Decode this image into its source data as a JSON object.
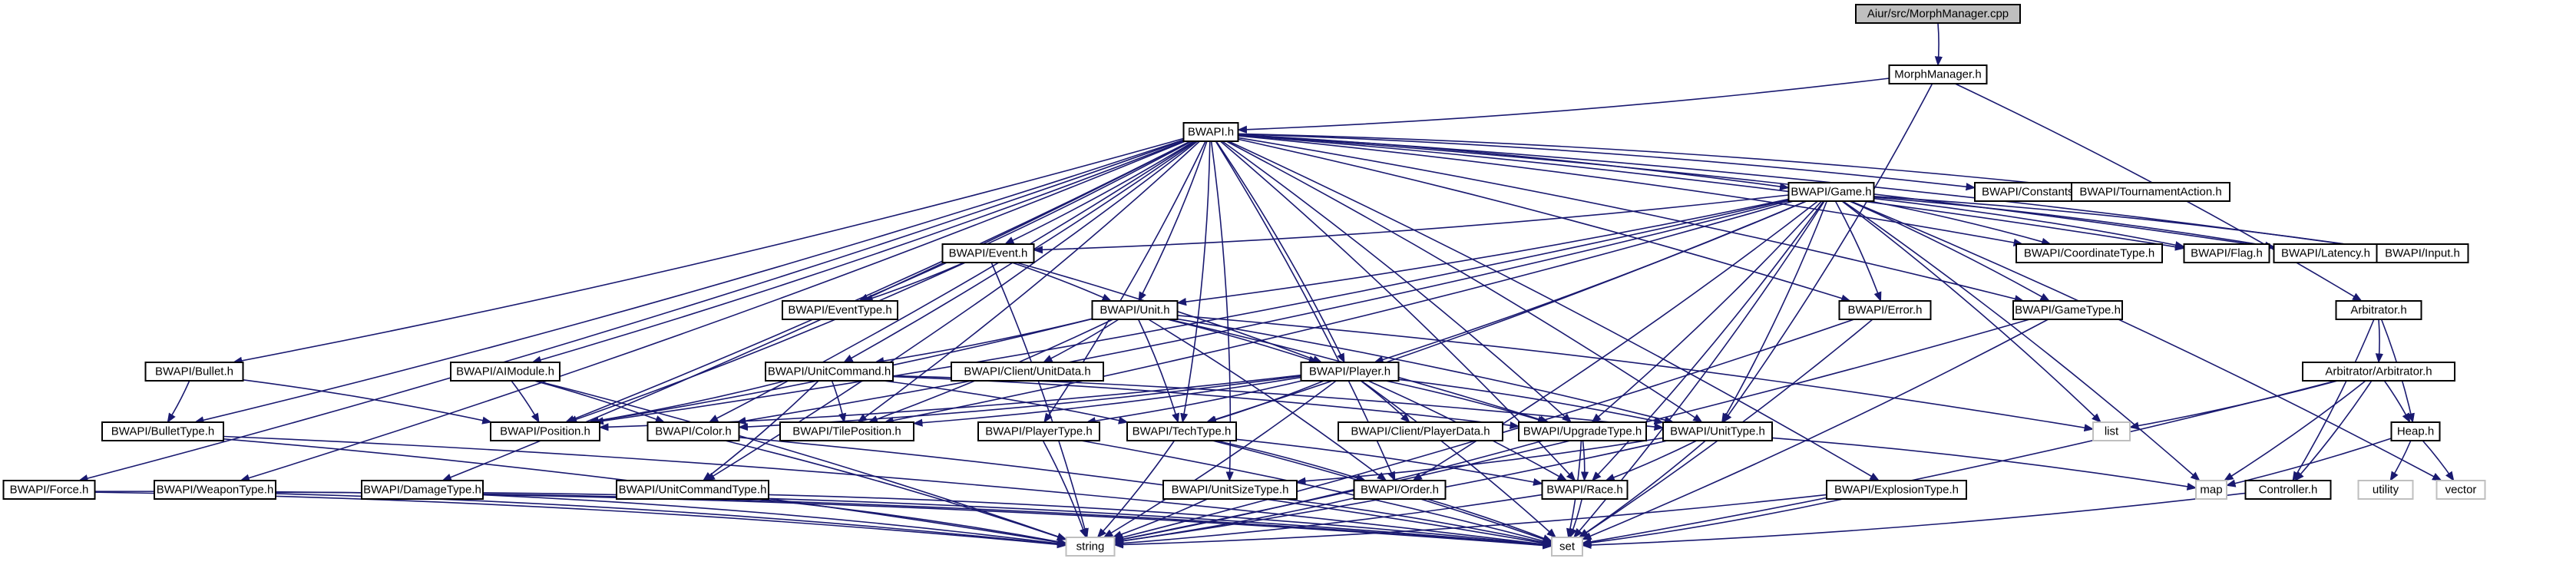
{
  "nodes": {
    "root": "Aiur/src/MorphManager.cpp",
    "morphmanager": "MorphManager.h",
    "bwapi": "BWAPI.h",
    "game": "BWAPI/Game.h",
    "constants": "BWAPI/Constants.h",
    "tournamentaction": "BWAPI/TournamentAction.h",
    "event": "BWAPI/Event.h",
    "coordinatetype": "BWAPI/CoordinateType.h",
    "flag": "BWAPI/Flag.h",
    "latency": "BWAPI/Latency.h",
    "input": "BWAPI/Input.h",
    "eventtype": "BWAPI/EventType.h",
    "unit": "BWAPI/Unit.h",
    "error": "BWAPI/Error.h",
    "gametype": "BWAPI/GameType.h",
    "arbitrator": "Arbitrator.h",
    "bullet": "BWAPI/Bullet.h",
    "aimodule": "BWAPI/AIModule.h",
    "unitcommand": "BWAPI/UnitCommand.h",
    "clientunitdata": "BWAPI/Client/UnitData.h",
    "player": "BWAPI/Player.h",
    "arbitratorarbitrator": "Arbitrator/Arbitrator.h",
    "bullettype": "BWAPI/BulletType.h",
    "position": "BWAPI/Position.h",
    "color": "BWAPI/Color.h",
    "tileposition": "BWAPI/TilePosition.h",
    "techtype": "BWAPI/TechType.h",
    "clientplayerdata": "BWAPI/Client/PlayerData.h",
    "upgradetype": "BWAPI/UpgradeType.h",
    "unittype": "BWAPI/UnitType.h",
    "list": "list",
    "heap": "Heap.h",
    "playertype": "BWAPI/PlayerType.h",
    "force": "BWAPI/Force.h",
    "weapontype": "BWAPI/WeaponType.h",
    "damagetype": "BWAPI/DamageType.h",
    "unitcommandtype": "BWAPI/UnitCommandType.h",
    "unitsizetype": "BWAPI/UnitSizeType.h",
    "order": "BWAPI/Order.h",
    "race": "BWAPI/Race.h",
    "explosiontype": "BWAPI/ExplosionType.h",
    "map": "map",
    "controller": "Controller.h",
    "utility": "utility",
    "vector": "vector",
    "string": "string",
    "set": "set"
  },
  "edges": [
    [
      "root",
      "morphmanager"
    ],
    [
      "morphmanager",
      "bwapi"
    ],
    [
      "morphmanager",
      "arbitrator"
    ],
    [
      "morphmanager",
      "unittype"
    ],
    [
      "bwapi",
      "game"
    ],
    [
      "bwapi",
      "constants"
    ],
    [
      "bwapi",
      "tournamentaction"
    ],
    [
      "bwapi",
      "event"
    ],
    [
      "bwapi",
      "coordinatetype"
    ],
    [
      "bwapi",
      "flag"
    ],
    [
      "bwapi",
      "latency"
    ],
    [
      "bwapi",
      "input"
    ],
    [
      "bwapi",
      "eventtype"
    ],
    [
      "bwapi",
      "unit"
    ],
    [
      "bwapi",
      "error"
    ],
    [
      "bwapi",
      "gametype"
    ],
    [
      "bwapi",
      "bullet"
    ],
    [
      "bwapi",
      "aimodule"
    ],
    [
      "bwapi",
      "unitcommand"
    ],
    [
      "bwapi",
      "player"
    ],
    [
      "bwapi",
      "bullettype"
    ],
    [
      "bwapi",
      "position"
    ],
    [
      "bwapi",
      "color"
    ],
    [
      "bwapi",
      "tileposition"
    ],
    [
      "bwapi",
      "techtype"
    ],
    [
      "bwapi",
      "upgradetype"
    ],
    [
      "bwapi",
      "unittype"
    ],
    [
      "bwapi",
      "playertype"
    ],
    [
      "bwapi",
      "force"
    ],
    [
      "bwapi",
      "weapontype"
    ],
    [
      "bwapi",
      "damagetype"
    ],
    [
      "bwapi",
      "unitcommandtype"
    ],
    [
      "bwapi",
      "unitsizetype"
    ],
    [
      "bwapi",
      "order"
    ],
    [
      "bwapi",
      "race"
    ],
    [
      "bwapi",
      "explosiontype"
    ],
    [
      "game",
      "event"
    ],
    [
      "game",
      "coordinatetype"
    ],
    [
      "game",
      "flag"
    ],
    [
      "game",
      "latency"
    ],
    [
      "game",
      "input"
    ],
    [
      "game",
      "error"
    ],
    [
      "game",
      "gametype"
    ],
    [
      "game",
      "unit"
    ],
    [
      "game",
      "player"
    ],
    [
      "game",
      "position"
    ],
    [
      "game",
      "color"
    ],
    [
      "game",
      "tileposition"
    ],
    [
      "game",
      "techtype"
    ],
    [
      "game",
      "upgradetype"
    ],
    [
      "game",
      "unittype"
    ],
    [
      "game",
      "race"
    ],
    [
      "game",
      "order"
    ],
    [
      "game",
      "list"
    ],
    [
      "game",
      "map"
    ],
    [
      "game",
      "set"
    ],
    [
      "game",
      "vector"
    ],
    [
      "event",
      "eventtype"
    ],
    [
      "event",
      "unit"
    ],
    [
      "event",
      "player"
    ],
    [
      "event",
      "position"
    ],
    [
      "event",
      "string"
    ],
    [
      "unit",
      "unitcommand"
    ],
    [
      "unit",
      "clientunitdata"
    ],
    [
      "unit",
      "player"
    ],
    [
      "unit",
      "position"
    ],
    [
      "unit",
      "tileposition"
    ],
    [
      "unit",
      "techtype"
    ],
    [
      "unit",
      "upgradetype"
    ],
    [
      "unit",
      "unittype"
    ],
    [
      "unit",
      "order"
    ],
    [
      "unit",
      "list"
    ],
    [
      "error",
      "set"
    ],
    [
      "error",
      "string"
    ],
    [
      "gametype",
      "set"
    ],
    [
      "gametype",
      "string"
    ],
    [
      "arbitrator",
      "arbitratorarbitrator"
    ],
    [
      "arbitrator",
      "heap"
    ],
    [
      "arbitrator",
      "controller"
    ],
    [
      "arbitratorarbitrator",
      "list"
    ],
    [
      "arbitratorarbitrator",
      "map"
    ],
    [
      "arbitratorarbitrator",
      "set"
    ],
    [
      "arbitratorarbitrator",
      "heap"
    ],
    [
      "arbitratorarbitrator",
      "controller"
    ],
    [
      "heap",
      "map"
    ],
    [
      "heap",
      "utility"
    ],
    [
      "heap",
      "vector"
    ],
    [
      "controller",
      "set"
    ],
    [
      "bullet",
      "bullettype"
    ],
    [
      "bullet",
      "position"
    ],
    [
      "aimodule",
      "position"
    ],
    [
      "aimodule",
      "color"
    ],
    [
      "aimodule",
      "string"
    ],
    [
      "unitcommand",
      "position"
    ],
    [
      "unitcommand",
      "tileposition"
    ],
    [
      "unitcommand",
      "techtype"
    ],
    [
      "unitcommand",
      "upgradetype"
    ],
    [
      "unitcommand",
      "unittype"
    ],
    [
      "unitcommand",
      "unitcommandtype"
    ],
    [
      "player",
      "position"
    ],
    [
      "player",
      "color"
    ],
    [
      "player",
      "tileposition"
    ],
    [
      "player",
      "techtype"
    ],
    [
      "player",
      "clientplayerdata"
    ],
    [
      "player",
      "upgradetype"
    ],
    [
      "player",
      "unittype"
    ],
    [
      "player",
      "playertype"
    ],
    [
      "player",
      "race"
    ],
    [
      "player",
      "string"
    ],
    [
      "player",
      "set"
    ],
    [
      "bullettype",
      "string"
    ],
    [
      "bullettype",
      "set"
    ],
    [
      "color",
      "string"
    ],
    [
      "color",
      "set"
    ],
    [
      "techtype",
      "string"
    ],
    [
      "techtype",
      "set"
    ],
    [
      "techtype",
      "race"
    ],
    [
      "techtype",
      "order"
    ],
    [
      "upgradetype",
      "string"
    ],
    [
      "upgradetype",
      "set"
    ],
    [
      "upgradetype",
      "race"
    ],
    [
      "unittype",
      "string"
    ],
    [
      "unittype",
      "set"
    ],
    [
      "unittype",
      "map"
    ],
    [
      "unittype",
      "race"
    ],
    [
      "unittype",
      "unitsizetype"
    ],
    [
      "playertype",
      "string"
    ],
    [
      "playertype",
      "set"
    ],
    [
      "force",
      "string"
    ],
    [
      "force",
      "set"
    ],
    [
      "weapontype",
      "string"
    ],
    [
      "weapontype",
      "set"
    ],
    [
      "damagetype",
      "string"
    ],
    [
      "damagetype",
      "set"
    ],
    [
      "unitcommandtype",
      "string"
    ],
    [
      "unitcommandtype",
      "set"
    ],
    [
      "unitsizetype",
      "string"
    ],
    [
      "unitsizetype",
      "set"
    ],
    [
      "order",
      "string"
    ],
    [
      "order",
      "set"
    ],
    [
      "race",
      "string"
    ],
    [
      "race",
      "set"
    ],
    [
      "explosiontype",
      "string"
    ],
    [
      "explosiontype",
      "set"
    ]
  ]
}
